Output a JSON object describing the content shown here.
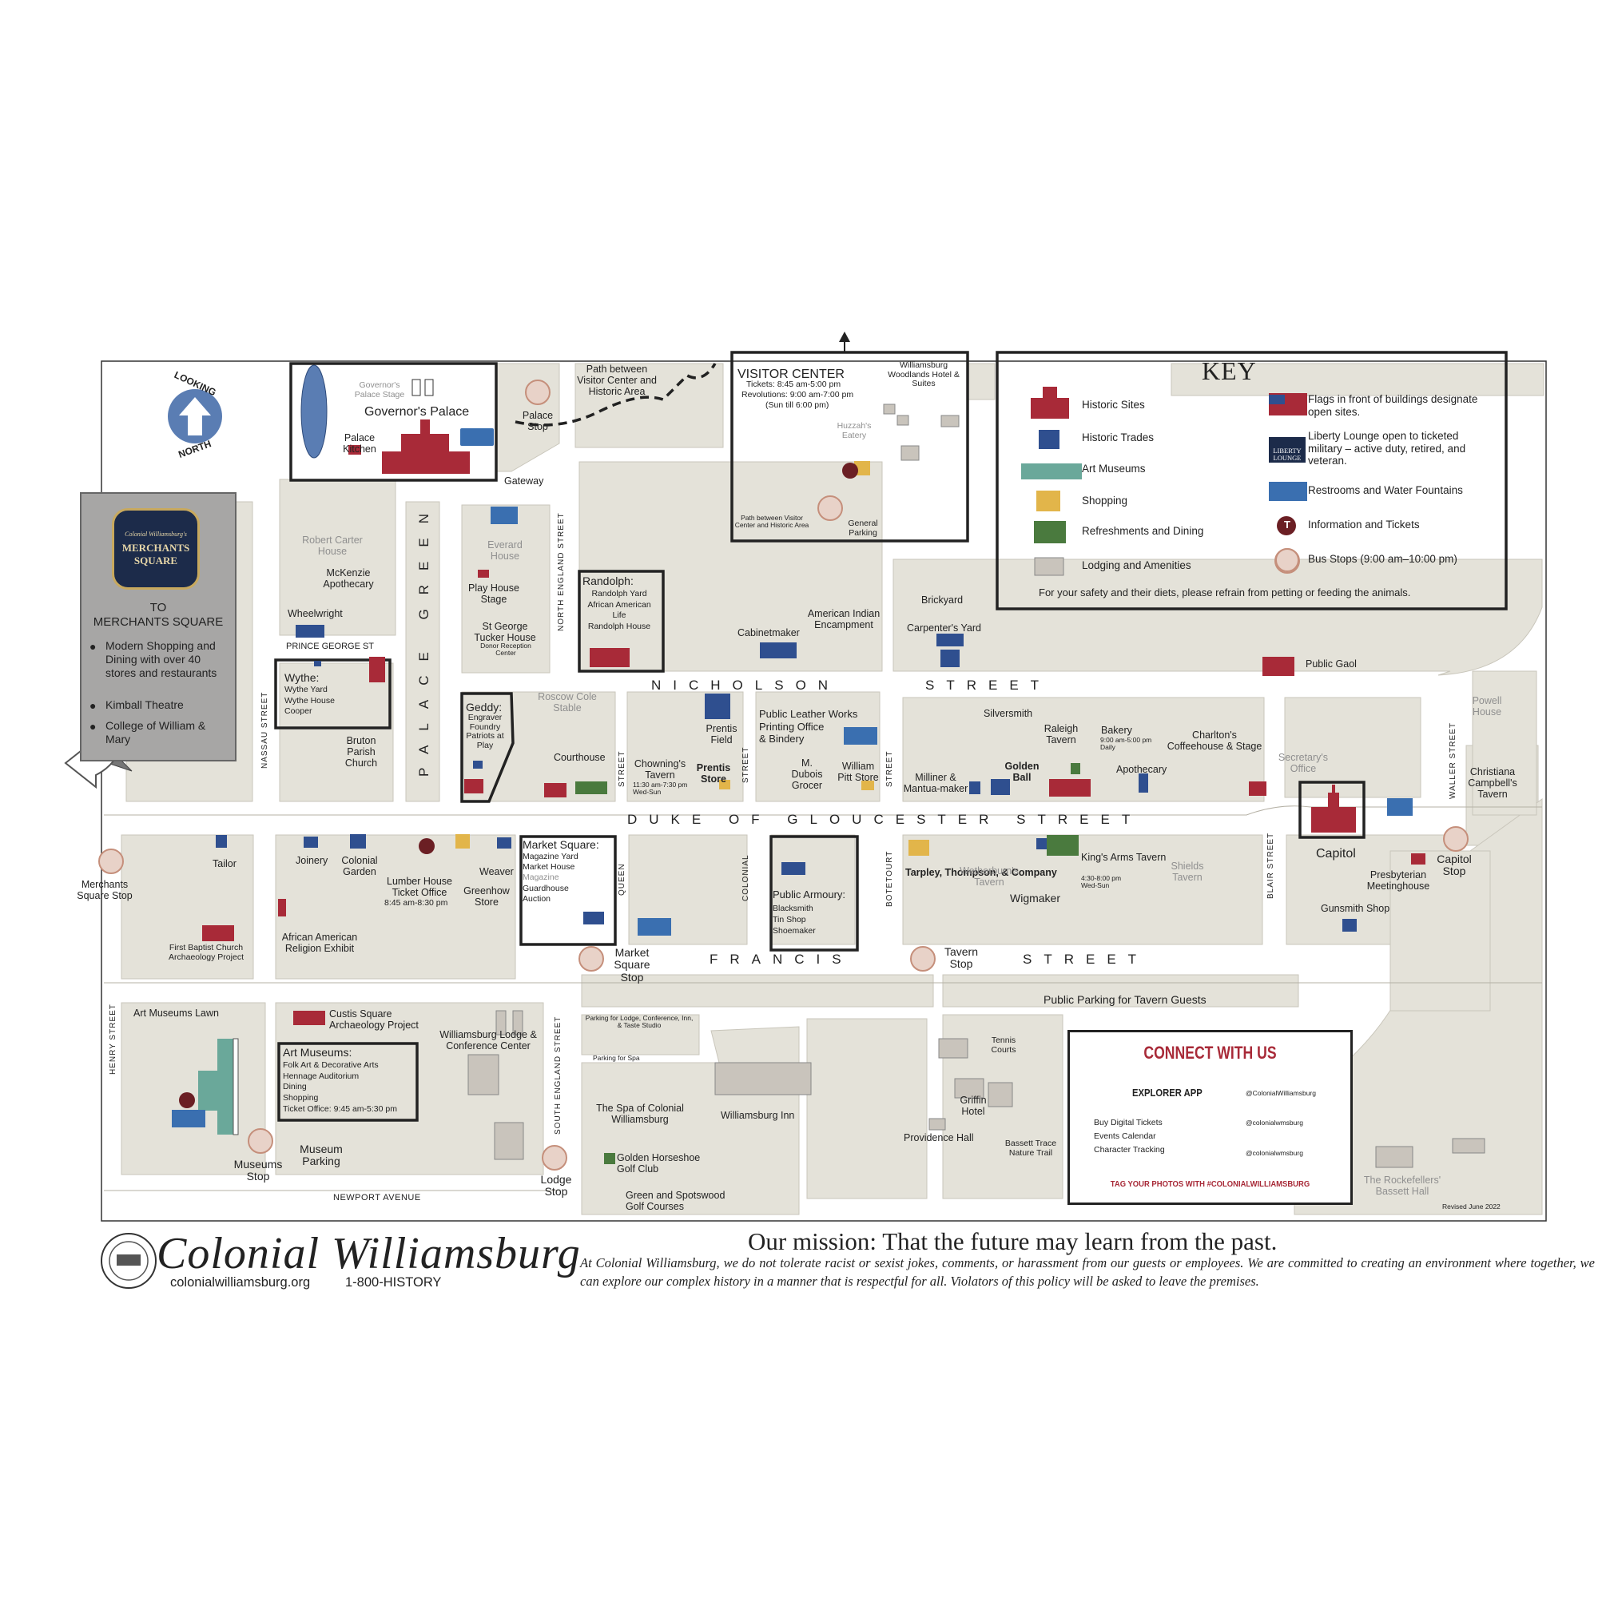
{
  "orientation": {
    "line1": "LOOKING",
    "line2": "NORTH"
  },
  "streets": {
    "nicholson": "NICHOLSON",
    "nicholson_east": "STREET",
    "duke": "DUKE OF GLOUCESTER STREET",
    "francis": "FRANCIS",
    "francis_east": "STREET",
    "palace_green": "PALACE GREEN",
    "prince_george": "PRINCE GEORGE ST",
    "nassau": "NASSAU STREET",
    "north_england": "NORTH ENGLAND STREET",
    "south_england": "SOUTH ENGLAND STREET",
    "henry": "HENRY STREET",
    "queen_n": "STREET",
    "queen_s": "QUEEN",
    "colonial_n": "STREET",
    "colonial_s": "COLONIAL",
    "botetourt_n": "STREET",
    "botetourt_s": "BOTETOURT",
    "blair": "BLAIR STREET",
    "waller": "WALLER STREET",
    "newport": "NEWPORT AVENUE"
  },
  "merchants_square": {
    "logo_line1": "Colonial Williamsburg's",
    "logo_line2": "MERCHANTS",
    "logo_line3": "SQUARE",
    "to_line1": "TO",
    "to_line2": "MERCHANTS SQUARE",
    "bullets": [
      "Modern Shopping and Dining with over 40 stores and restaurants",
      "Kimball Theatre",
      "College of William & Mary"
    ]
  },
  "key": {
    "title": "KEY",
    "items_left": [
      "Historic Sites",
      "Historic Trades",
      "Art Museums",
      "Shopping",
      "Refreshments and Dining",
      "Lodging and Amenities"
    ],
    "items_right": [
      "Flags in front of buildings designate open sites.",
      "Liberty Lounge open to ticketed military – active duty, retired, and veteran.",
      "Restrooms and Water Fountains",
      "Information and Tickets",
      "Bus Stops (9:00 am–10:00 pm)"
    ],
    "note": "For your safety and their diets, please refrain from petting or feeding the animals.",
    "liberty_badge": "LIBERTY LOUNGE",
    "info_symbol": "T"
  },
  "visitor_center": {
    "title": "VISITOR CENTER",
    "tickets": "Tickets: 8:45 am-5:00 pm",
    "revolutions": "Revolutions: 9:00 am-7:00 pm",
    "sunday": "(Sun till 6:00 pm)",
    "woodlands": "Williamsburg Woodlands Hotel & Suites",
    "huzzah": "Huzzah's Eatery",
    "path": "Path between Visitor Center and Historic Area",
    "parking": "General Parking"
  },
  "labels": {
    "governors_palace": "Governor's Palace",
    "governors_stage": "Governor's Palace Stage",
    "palace_kitchen": "Palace Kitchen",
    "palace_stop": "Palace Stop",
    "gateway": "Gateway",
    "path_top": "Path between Visitor Center and Historic Area",
    "robert_carter": "Robert Carter House",
    "mckenzie": "McKenzie Apothecary",
    "wheelwright": "Wheelwright",
    "everard": "Everard House",
    "play_house": "Play House Stage",
    "st_george": "St George Tucker House",
    "donor_center": "Donor Reception Center",
    "randolph_title": "Randolph:",
    "randolph_items": "Randolph Yard\nAfrican American Life\nRandolph House",
    "wythe_title": "Wythe:",
    "wythe_items": "Wythe Yard\nWythe House\nCooper",
    "geddy_title": "Geddy:",
    "geddy_items": "Engraver\nFoundry\nPatriots at Play",
    "roscow": "Roscow Cole Stable",
    "bruton": "Bruton Parish Church",
    "courthouse": "Courthouse",
    "chownings": "Chowning's Tavern",
    "chownings_hours": "11:30 am-7:30 pm\nWed-Sun",
    "prentis_field": "Prentis Field",
    "prentis_store": "Prentis Store",
    "public_leather": "Public Leather Works\nPrinting Office\n& Bindery",
    "dubois": "M. Dubois Grocer",
    "pitt": "William Pitt Store",
    "cabinetmaker": "Cabinetmaker",
    "american_indian": "American Indian Encampment",
    "brickyard": "Brickyard",
    "carpenters": "Carpenter's Yard",
    "public_gaol": "Public Gaol",
    "silversmith": "Silversmith",
    "raleigh": "Raleigh Tavern",
    "bakery": "Bakery",
    "bakery_hours": "9:00 am-5:00 pm\nDaily",
    "charltons": "Charlton's Coffeehouse & Stage",
    "secretary": "Secretary's Office",
    "milliner": "Milliner & Mantua-maker",
    "golden_ball": "Golden Ball",
    "apothecary": "Apothecary",
    "capitol": "Capitol",
    "powell": "Powell House",
    "christiana": "Christiana Campbell's Tavern",
    "capitol_stop": "Capitol Stop",
    "presbyterian": "Presbyterian Meetinghouse",
    "gunsmith": "Gunsmith Shop",
    "tailor": "Tailor",
    "merchants_stop": "Merchants Square Stop",
    "first_baptist": "First Baptist Church Archaeology Project",
    "joinery": "Joinery",
    "colonial_garden": "Colonial Garden",
    "lumber_house": "Lumber House Ticket Office",
    "lumber_hours": "8:45 am-8:30 pm",
    "greenhow": "Greenhow Store",
    "weaver": "Weaver",
    "african_religion": "African American Religion Exhibit",
    "market_title": "Market Square:",
    "market_items": "Magazine Yard\nMarket House",
    "market_magazine": "Magazine",
    "market_items2": "Guardhouse\nAuction",
    "market_stop": "Market Square Stop",
    "armoury_title": "Public Armoury:",
    "armoury_items": "Blacksmith\nTin Shop\nShoemaker",
    "tarpley": "Tarpley, Thompson, & Company",
    "wetherburn": "Wetherburn's Tavern",
    "wigmaker": "Wigmaker",
    "kings_arms": "King's Arms Tavern",
    "kings_hours": "4:30-8:00 pm\nWed-Sun",
    "shields": "Shields Tavern",
    "tavern_stop": "Tavern Stop",
    "public_parking": "Public Parking for Tavern Guests",
    "art_lawn": "Art Museums Lawn",
    "custis": "Custis Square Archaeology Project",
    "art_title": "Art Museums:",
    "art_items": "Folk Art & Decorative Arts\nHennage Auditorium\nDining\nShopping\nTicket Office: 9:45 am-5:30 pm",
    "lodge": "Williamsburg Lodge & Conference Center",
    "museums_stop": "Museums Stop",
    "museum_parking": "Museum Parking",
    "lodge_stop": "Lodge Stop",
    "parking_lodge": "Parking for Lodge, Conference, Inn, & Taste Studio",
    "parking_spa": "Parking for Spa",
    "spa": "The Spa of Colonial Williamsburg",
    "inn": "Williamsburg Inn",
    "golden_horseshoe": "Golden Horseshoe Golf Club",
    "green_spotswood": "Green and Spotswood Golf Courses",
    "tennis": "Tennis Courts",
    "griffin": "Griffin Hotel",
    "providence": "Providence Hall",
    "bassett_trace": "Bassett Trace Nature Trail",
    "rockefellers": "The Rockefellers' Bassett Hall",
    "revised": "Revised June 2022"
  },
  "connect": {
    "title": "CONNECT WITH US",
    "app": "EXPLORER APP",
    "features": [
      "Buy Digital Tickets",
      "Events Calendar",
      "Character Tracking"
    ],
    "facebook": "@ColonialWilliamsburg",
    "instagram": "@colonialwmsburg",
    "twitter": "@colonialwmsburg",
    "tagline": "TAG YOUR PHOTOS WITH #COLONIALWILLIAMSBURG"
  },
  "footer": {
    "brand": "Colonial Williamsburg",
    "website": "colonialwilliamsburg.org",
    "phone": "1-800-HISTORY",
    "mission": "Our mission: That the future may learn from the past.",
    "policy": "At Colonial Williamsburg, we do not tolerate racist or sexist jokes, comments, or harassment from our guests or employees. We are committed to creating an environment where together, we can explore our complex history in a manner that is respectful for all. Violators of this policy will be asked to leave the premises."
  },
  "colors": {
    "block": "#e4e2d9",
    "historic": "#a82a38",
    "trades": "#2f4f8f",
    "museums": "#6aa89a",
    "shopping": "#e2b54a",
    "dining": "#4a7a3e",
    "lodging": "#c9c4bc",
    "bus": "#d89a86",
    "info": "#6b1f24",
    "restroom": "#3a6fb0"
  }
}
